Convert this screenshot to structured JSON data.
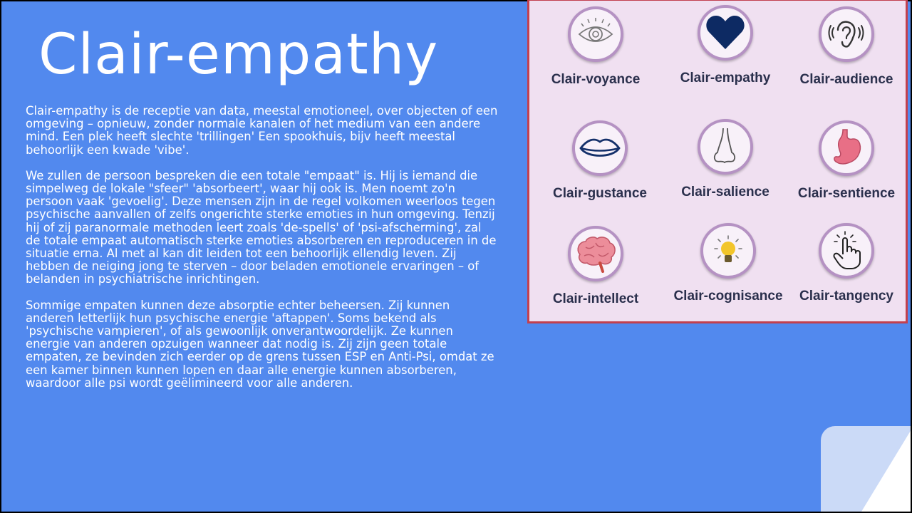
{
  "title": "Clair-empathy",
  "paragraphs": [
    "Clair-empathy is de receptie van data, meestal emotioneel, over objecten of een omgeving – opnieuw, zonder normale kanalen of het medium van een andere mind. Een plek heeft slechte 'trillingen' Een spookhuis, bijv heeft meestal behoorlijk een kwade 'vibe'.",
    "We zullen de persoon bespreken die een totale \"empaat\" is. Hij is iemand die simpelweg de lokale \"sfeer\" 'absorbeert', waar hij ook is. Men noemt zo'n persoon vaak 'gevoelig'. Deze mensen zijn in de regel volkomen weerloos tegen psychische aanvallen of zelfs ongerichte sterke emoties in hun omgeving. Tenzij hij of zij paranormale methoden leert zoals 'de-spells' of 'psi-afscherming', zal de totale empaat automatisch sterke emoties absorberen en reproduceren in de situatie erna. Al met al kan dit leiden tot een behoorlijk ellendig leven. Zij hebben de neiging jong te sterven – door beladen emotionele ervaringen – of belanden in psychiatrische inrichtingen.",
    "Sommige empaten kunnen deze absorptie echter beheersen. Zij kunnen anderen letterlijk hun psychische energie 'aftappen'. Soms bekend als 'psychische vampieren', of als gewoonlijk onverantwoordelijk. Ze kunnen energie van anderen opzuigen wanneer dat nodig is. Zij zijn geen totale empaten, ze bevinden zich eerder op de grens tussen ESP en Anti-Psi, omdat ze een kamer binnen kunnen lopen en daar alle energie kunnen absorberen, waardoor alle psi wordt geëlimineerd voor alle anderen."
  ],
  "grid": [
    {
      "label": "Clair-voyance",
      "icon": "eye-icon"
    },
    {
      "label": "Clair-empathy",
      "icon": "heart-icon"
    },
    {
      "label": "Clair-audience",
      "icon": "ear-icon"
    },
    {
      "label": "Clair-gustance",
      "icon": "lips-icon"
    },
    {
      "label": "Clair-salience",
      "icon": "nose-icon"
    },
    {
      "label": "Clair-sentience",
      "icon": "stomach-icon"
    },
    {
      "label": "Clair-intellect",
      "icon": "brain-icon"
    },
    {
      "label": "Clair-cognisance",
      "icon": "lightbulb-icon"
    },
    {
      "label": "Clair-tangency",
      "icon": "touch-icon"
    }
  ],
  "colors": {
    "background": "#5289ee",
    "panel": "#f0e0f1",
    "panel_border": "#c2404f",
    "heart": "#0d2a63",
    "stomach": "#e86f86",
    "brain": "#ec8d9a",
    "bulb": "#f2c52b"
  }
}
